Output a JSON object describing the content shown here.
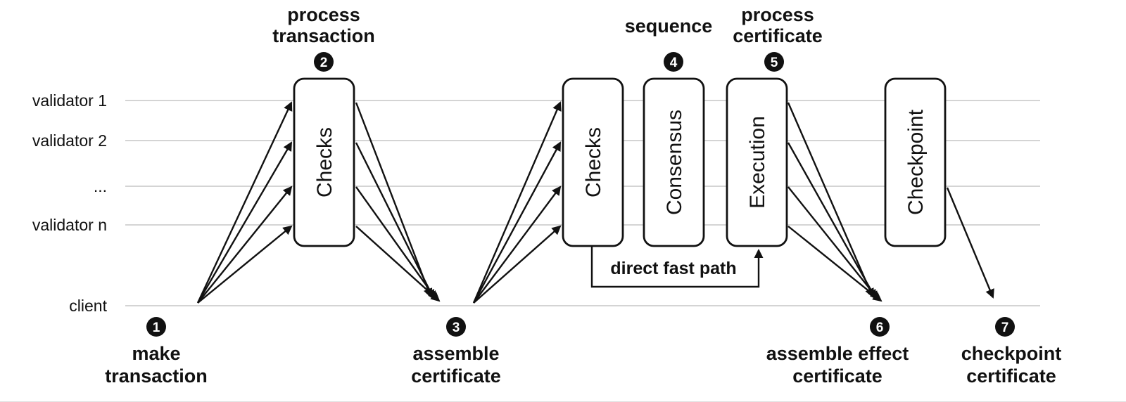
{
  "diagram": {
    "lanes": [
      {
        "label": "validator 1"
      },
      {
        "label": "validator 2"
      },
      {
        "label": "..."
      },
      {
        "label": "validator n"
      },
      {
        "label": "client"
      }
    ],
    "boxes": [
      {
        "label": "Checks"
      },
      {
        "label": "Checks"
      },
      {
        "label": "Consensus"
      },
      {
        "label": "Execution"
      },
      {
        "label": "Checkpoint"
      }
    ],
    "steps": [
      {
        "num": "1",
        "line1": "make",
        "line2": "transaction"
      },
      {
        "num": "2",
        "line1": "process",
        "line2": "transaction"
      },
      {
        "num": "3",
        "line1": "assemble",
        "line2": "certificate"
      },
      {
        "num": "4",
        "line1": "sequence",
        "line2": ""
      },
      {
        "num": "5",
        "line1": "process",
        "line2": "certificate"
      },
      {
        "num": "6",
        "line1": "assemble effect",
        "line2": "certificate"
      },
      {
        "num": "7",
        "line1": "checkpoint",
        "line2": "certificate"
      }
    ],
    "annotations": {
      "fast_path": "direct fast path"
    },
    "colors": {
      "lane_line": "#c6c6c6",
      "ink": "#111111",
      "box_fill": "#ffffff"
    }
  }
}
